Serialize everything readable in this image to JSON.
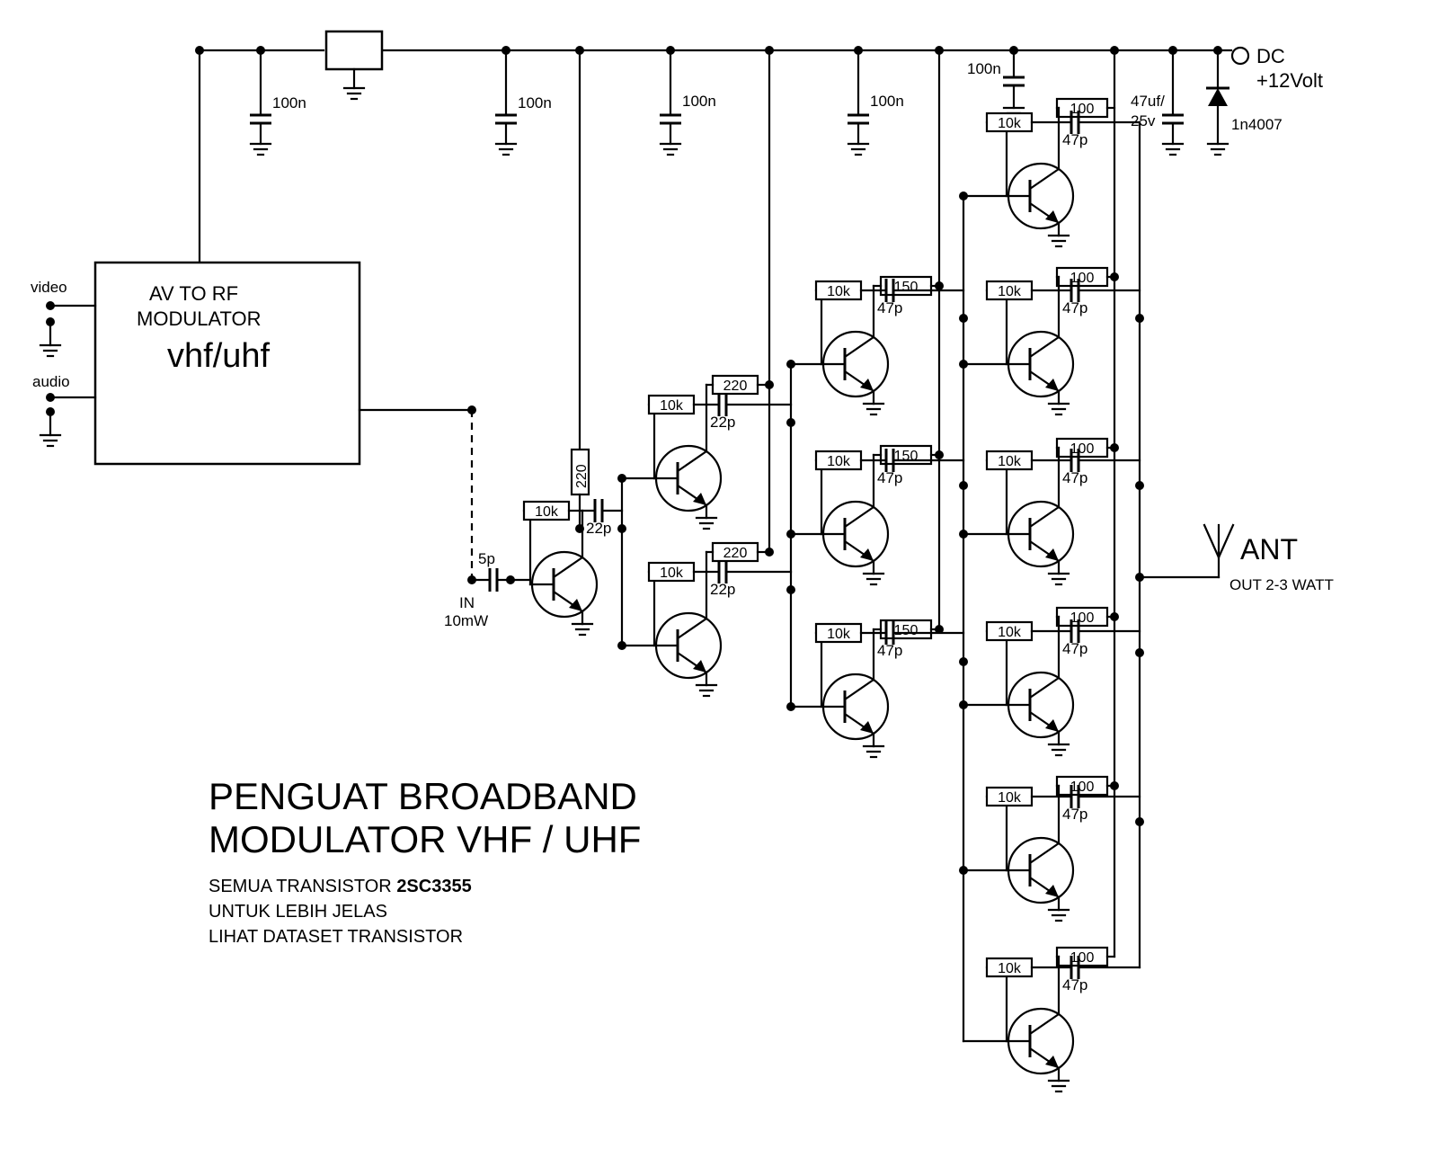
{
  "supply": {
    "label": "DC",
    "voltage": "+12Volt"
  },
  "modulator": {
    "line1": "AV TO RF",
    "line2": "MODULATOR",
    "line3": "vhf/uhf"
  },
  "inputs": {
    "video": "video",
    "audio": "audio"
  },
  "amp_input": {
    "cap": "5p",
    "in_label": "IN",
    "power": "10mW"
  },
  "antenna": {
    "label": "ANT",
    "output": "OUT 2-3 WATT"
  },
  "values": {
    "c100n": "100n",
    "c47uf": "47uf/",
    "c25v": "25v",
    "diode": "1n4007",
    "r10k": "10k",
    "r220": "220",
    "r150": "150",
    "r100": "100",
    "c22p": "22p",
    "c47p": "47p"
  },
  "title": {
    "line1": "PENGUAT BROADBAND",
    "line2": "MODULATOR VHF / UHF"
  },
  "notes": {
    "prefix": "SEMUA TRANSISTOR ",
    "part": "2SC3355",
    "line2": "UNTUK LEBIH JELAS",
    "line3": "LIHAT DATASET TRANSISTOR"
  }
}
